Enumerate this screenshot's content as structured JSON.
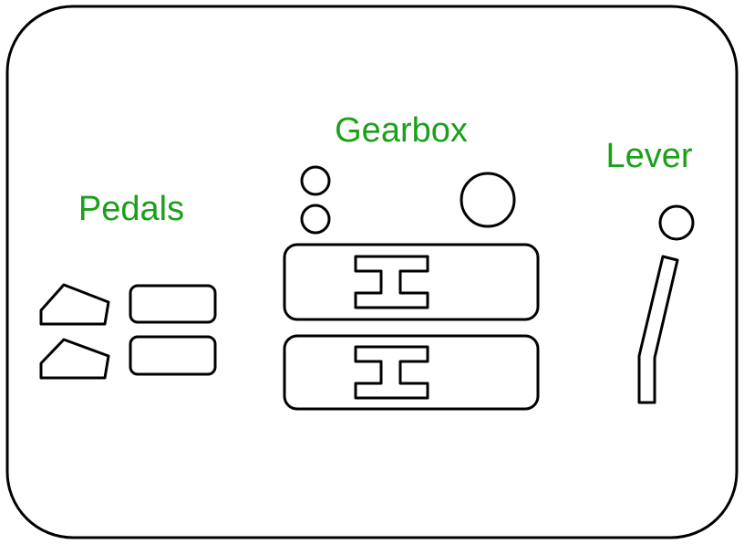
{
  "colors": {
    "label": "#1aa01a",
    "stroke": "#000000",
    "background": "#ffffff"
  },
  "labels": {
    "pedals": "Pedals",
    "gearbox": "Gearbox",
    "lever": "Lever"
  },
  "icons": {
    "pedal_left": "trapezoid-pedal-icon",
    "pedal_right": "rounded-rectangle-pedal-icon",
    "gear_slot": "i-beam-slot-icon",
    "knob": "circle-knob-icon",
    "lever_stick": "lever-stick-icon"
  }
}
